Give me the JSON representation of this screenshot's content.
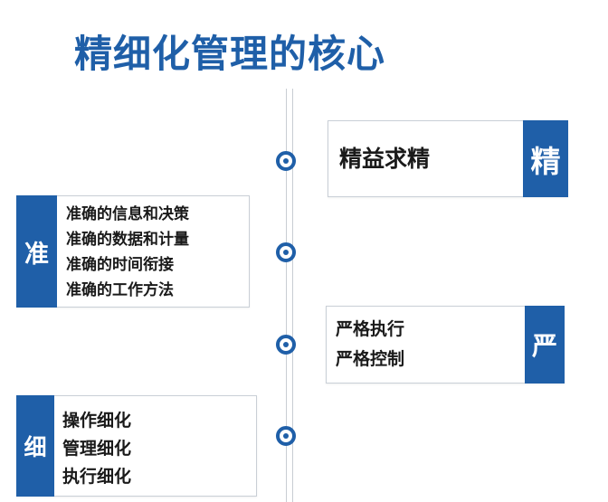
{
  "title": "精细化管理的核心",
  "cards": {
    "jing": {
      "tag": "精",
      "items": [
        "精益求精"
      ]
    },
    "zhun": {
      "tag": "准",
      "items": [
        "准确的信息和决策",
        "准确的数据和计量",
        "准确的时间衔接",
        "准确的工作方法"
      ]
    },
    "yan": {
      "tag": "严",
      "items": [
        "严格执行",
        "严格控制"
      ]
    },
    "xi": {
      "tag": "细",
      "items": [
        "操作细化",
        "管理细化",
        "执行细化"
      ]
    }
  },
  "colors": {
    "accent": "#1f5fa8",
    "border": "#c9cfd6",
    "text": "#1a1a1a"
  }
}
